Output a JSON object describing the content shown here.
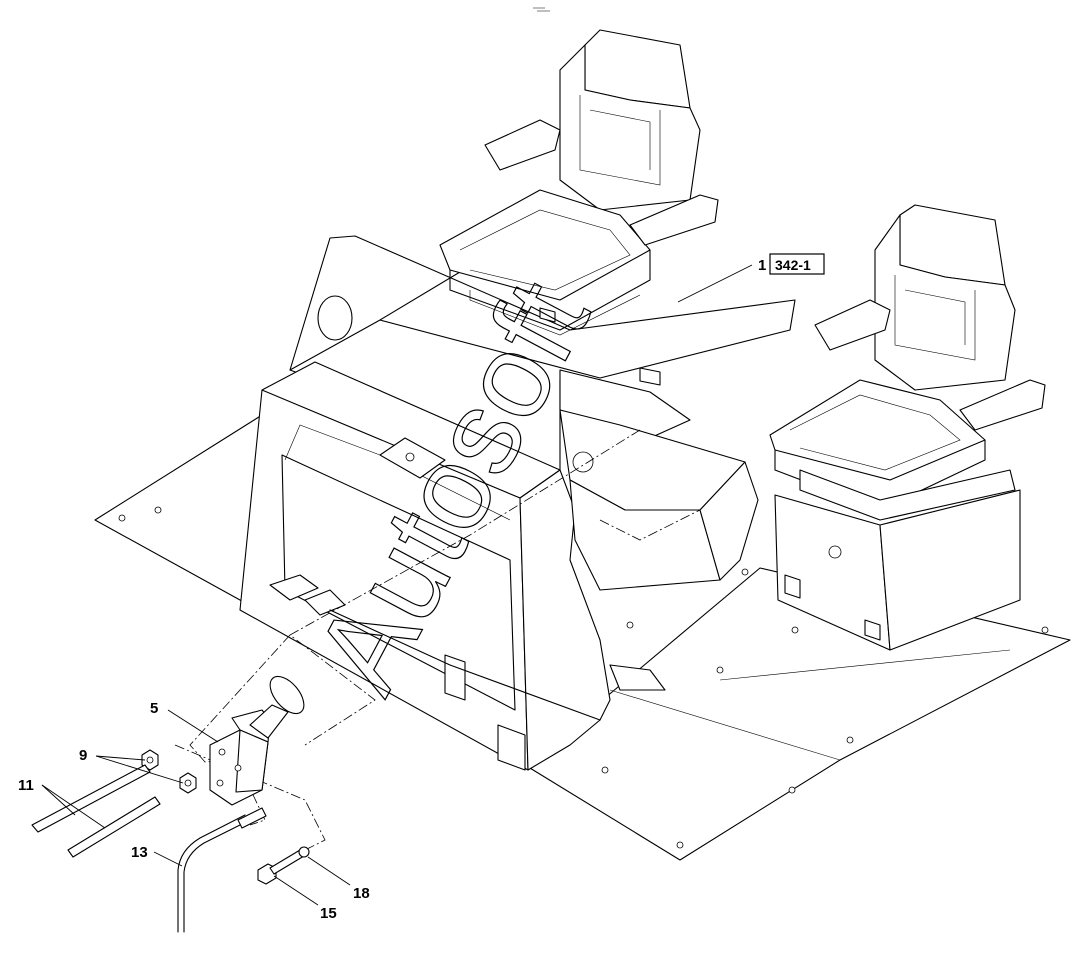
{
  "diagram": {
    "callouts": [
      {
        "id": "c5",
        "label": "5"
      },
      {
        "id": "c9",
        "label": "9"
      },
      {
        "id": "c11",
        "label": "11"
      },
      {
        "id": "c13",
        "label": "13"
      },
      {
        "id": "c15",
        "label": "15"
      },
      {
        "id": "c18",
        "label": "18"
      },
      {
        "id": "c1",
        "label": "1"
      }
    ],
    "reference_box": {
      "label": "342-1"
    },
    "watermark": "Autosoft"
  }
}
